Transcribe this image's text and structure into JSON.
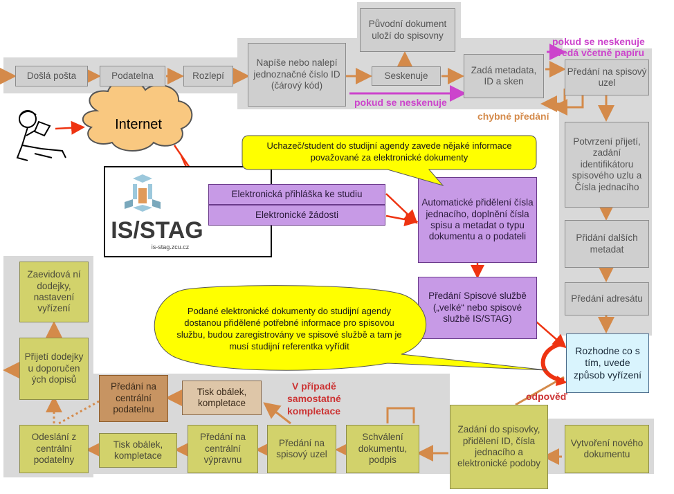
{
  "nodes": {
    "dosla_posta": "Došlá pošta",
    "podatelna": "Podatelna",
    "rozlepi": "Rozlepí",
    "napise": "Napíše nebo nalepí jednoznačné číslo ID (čárový kód)",
    "seskenuje": "Seskenuje",
    "puvodni": "Původní dokument uloží do spisovny",
    "zada_metadata": "Zadá metadata, ID a sken",
    "predani_spisovy_uzel": "Předání na spisový uzel",
    "potvrzeni": "Potvrzení přijetí, zadání identifikátoru spisového uzlu a Čísla jednacího",
    "pridani_metadat": "Přidání dalších metadat",
    "predani_adresatu": "Předání adresátu",
    "rozhodne": "Rozhodne co s tím, uvede způsob vyřízení",
    "vytvoreni": "Vytvoření nového dokumentu",
    "zadani_spisovky": "Zadání do spisovky, přidělení ID, čísla jednacího a elektronické podoby",
    "schvaleni": "Schválení dokumentu, podpis",
    "predani_spis_uzel2": "Předání na spisový uzel",
    "predani_vypravnu": "Předání na centrální výpravnu",
    "tisk_obalek_1": "Tisk obálek, kompletace",
    "odeslani": "Odeslání z centrální podatelny",
    "tisk_obalek_2": "Tisk obálek, kompletace",
    "predani_podatelnu": "Předání na centrální podatelnu",
    "prijeti_dodejky": "Přijetí dodejky u doporučen ých dopisů",
    "zaevidovani": "Zaevidová ní dodejky, nastavení vyřízení",
    "internet": "Internet",
    "eprihlaska": "Elektronická přihláška ke studiu",
    "ezadosti": "Elektronické žádosti",
    "automaticke": "Automatické přidělení čísla jednacího, doplnění čísla spisu a metadat o typu dokumentu a o podateli",
    "predani_spisove_sluzbe": "Předání Spisové službě („velké“ nebo spisové službě IS/STAG)"
  },
  "labels": {
    "pokud_neskenuje_1": "pokud se neskenuje",
    "pokud_neskenuje_2": "pokud se neskenuje",
    "preda_papir": "předá včetně papíru",
    "chybne": "chybné předání",
    "odpoved": "odpověď",
    "samostatne_1": "V případě",
    "samostatne_2": "samostatné",
    "samostatne_3": "kompletace"
  },
  "callouts": {
    "top": "Uchazeč/student do studijní agendy zavede nějaké informace považované za  elektronické dokumenty",
    "bottom": "Podané elektronické dokumenty do studijní agendy dostanou přidělené potřebné informace pro  spisovou službu, budou zaregistrovány ve spisové službě a tam je musí studijní referentka vyřídit"
  },
  "logo": {
    "text": "IS/STAG",
    "url": "is-stag.zcu.cz"
  },
  "colors": {
    "accent_pink": "#cc44cc",
    "accent_orange": "#d48a4a",
    "accent_red": "#cc3333",
    "red_arrow": "#ee3311"
  }
}
